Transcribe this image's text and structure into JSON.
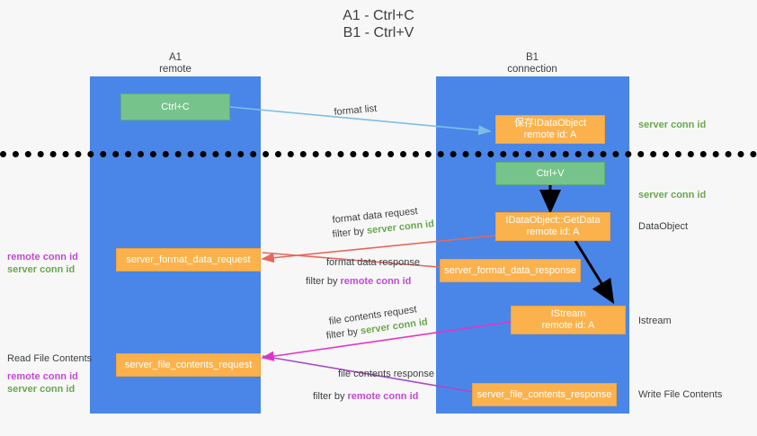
{
  "title": "A1 - Ctrl+C\nB1 - Ctrl+V",
  "lanes": [
    {
      "name": "A1",
      "sub": "remote",
      "title": "A1\nremote"
    },
    {
      "name": "B1",
      "sub": "connection",
      "title": "B1\nconnection"
    }
  ],
  "boxes": {
    "ctrl_c": {
      "line1": "Ctrl+C",
      "line2": ""
    },
    "save_dataobject": {
      "line1": "保存IDataObject",
      "line2": "remote id: A"
    },
    "ctrl_v": {
      "line1": "Ctrl+V",
      "line2": ""
    },
    "getdata": {
      "line1": "IDataObject::GetData",
      "line2": "remote id: A"
    },
    "server_format_data_request": {
      "line1": "server_format_data_request",
      "line2": ""
    },
    "server_format_data_response": {
      "line1": "server_format_data_response",
      "line2": ""
    },
    "istream": {
      "line1": "IStream",
      "line2": "remote id: A"
    },
    "server_file_contents_request": {
      "line1": "server_file_contents_request",
      "line2": ""
    },
    "server_file_contents_response": {
      "line1": "server_file_contents_response",
      "line2": ""
    }
  },
  "arrow_labels": {
    "format_list": "format list",
    "format_data_request": "format data request",
    "format_data_request_filter_prefix": "filter by ",
    "format_data_request_filter_value": "server conn id",
    "format_data_response": "format data response",
    "format_data_response_filter_prefix": "filter by ",
    "format_data_response_filter_value": "remote conn id",
    "file_contents_request": "file contents request",
    "file_contents_request_filter_prefix": "filter by ",
    "file_contents_request_filter_value": "server conn id",
    "file_contents_response": "file contents response",
    "file_contents_response_filter_prefix": "filter by ",
    "file_contents_response_filter_value": "remote conn id"
  },
  "side_labels": {
    "right_server_conn_id_top": "server conn id",
    "right_server_conn_id_mid": "server conn id",
    "right_dataobject": "DataObject",
    "right_istream": "Istream",
    "right_write_file_contents": "Write File Contents",
    "left_remote_conn_id_1": "remote conn id",
    "left_server_conn_id_1": "server conn id",
    "left_read_file_contents": "Read File Contents",
    "left_remote_conn_id_2": "remote conn id",
    "left_server_conn_id_2": "server conn id"
  },
  "colors": {
    "lane": "#4a86e8",
    "green_box": "#76c48b",
    "orange_box": "#fcb24c",
    "green_text": "#6aa84f",
    "purple_text": "#c04ad0",
    "arrow_blue": "#7fbde8",
    "arrow_red": "#e8665a",
    "arrow_magenta": "#e832c8",
    "arrow_purple": "#a64bc4",
    "arrow_black": "#000000",
    "background": "#f7f7f7"
  }
}
